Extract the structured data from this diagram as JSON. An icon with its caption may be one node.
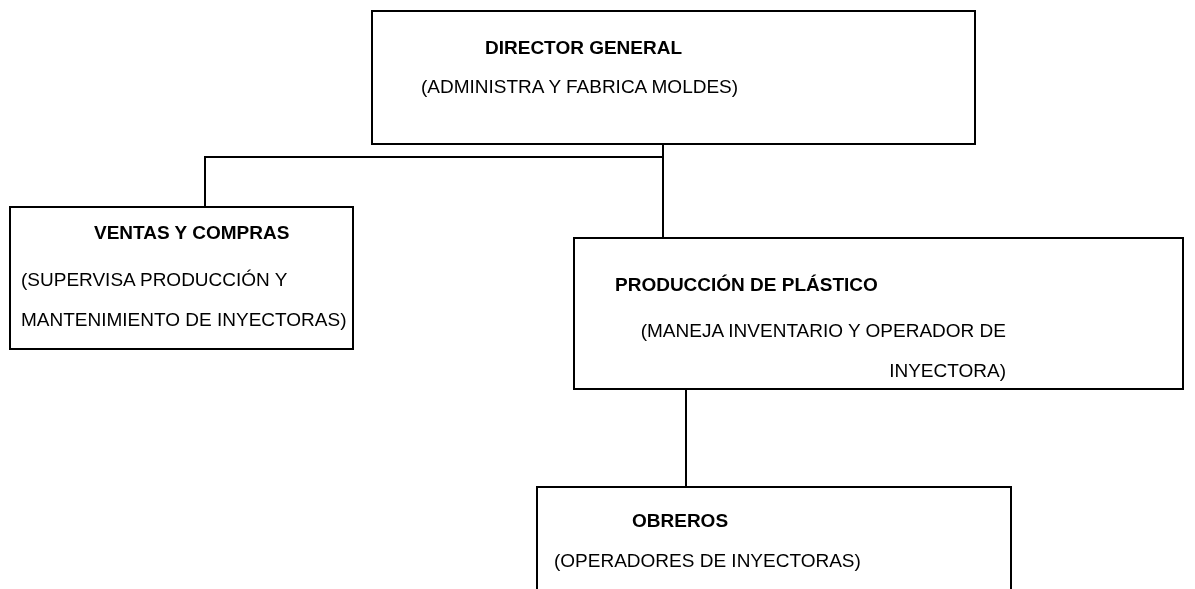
{
  "diagram": {
    "nodes": [
      {
        "text": [
          "DIRECTOR GENERAL",
          "(ADMINISTRA Y FABRICA MOLDES)"
        ]
      },
      {
        "text": [
          "VENTAS Y COMPRAS",
          "(SUPERVISA PRODUCCIÓN Y MANTENIMIENTO DE INYECTORAS)"
        ]
      },
      {
        "text": [
          "PRODUCCIÓN DE PLÁSTICO",
          "(MANEJA INVENTARIO Y OPERADOR DE INYECTORA)"
        ]
      },
      {
        "text": [
          "OBREROS",
          "(OPERADORES DE INYECTORAS)"
        ]
      }
    ],
    "edges": [
      {
        "from": 0,
        "to": 1,
        "arrow": "none"
      },
      {
        "from": 0,
        "to": 2,
        "arrow": "none"
      },
      {
        "from": 2,
        "to": 3,
        "arrow": "none"
      }
    ]
  }
}
